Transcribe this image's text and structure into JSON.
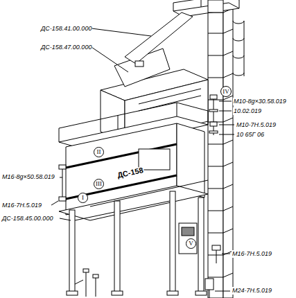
{
  "diagram": {
    "nodes": [
      {
        "text": [
          "I"
        ]
      },
      {
        "text": [
          "II"
        ]
      },
      {
        "text": [
          "III"
        ]
      },
      {
        "text": [
          "IV"
        ]
      },
      {
        "text": [
          "V"
        ]
      }
    ],
    "labels": [
      "ДС-158.41.00.000",
      "ДС-158.47.00.000",
      "М10-8g×30.58.019",
      "10.02.019",
      "М10-7Н.5.019",
      "10 65Г 06",
      "ДС-158",
      "М16-8g×50.58.019",
      "М16-7Н.5.019",
      "ДС-158.45.00.000",
      "М16-7Н.5.019",
      "М24-7Н.5.019"
    ]
  }
}
